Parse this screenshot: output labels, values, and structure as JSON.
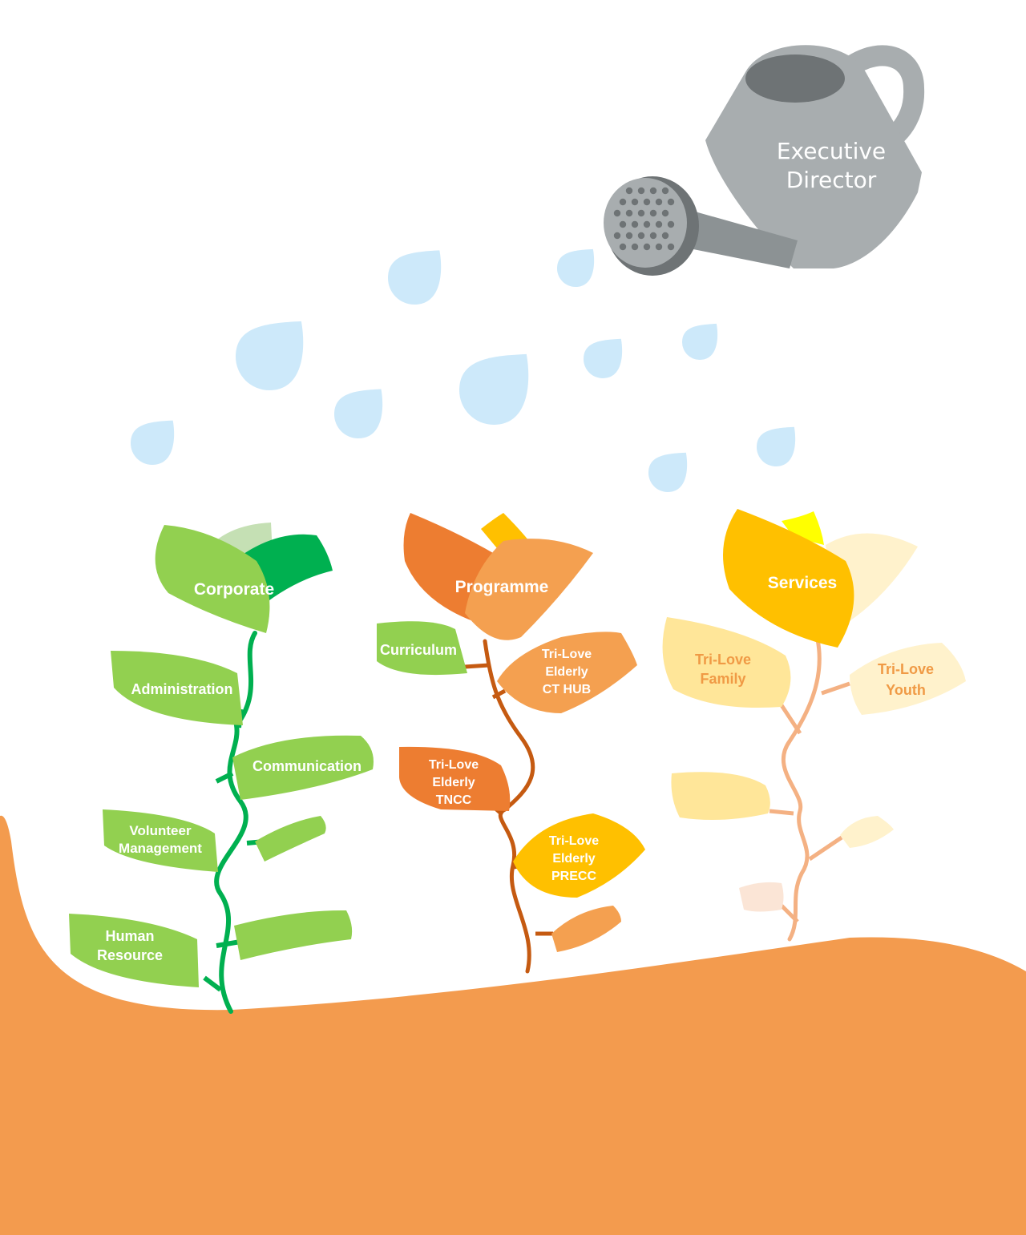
{
  "watering_can": {
    "line1": "Executive",
    "line2": "Director"
  },
  "plants": {
    "corporate": {
      "title": "Corporate",
      "color": "#92D050",
      "stem_color": "#00B050",
      "leaves": {
        "administration": "Administration",
        "communication": "Communication",
        "volunteer_1": "Volunteer",
        "volunteer_2": "Management",
        "hr_1": "Human",
        "hr_2": "Resource"
      }
    },
    "programme": {
      "title": "Programme",
      "color": "#F4A050",
      "stem_color": "#C55A11",
      "leaves": {
        "curriculum": "Curriculum",
        "cthub_1": "Tri-Love",
        "cthub_2": "Elderly",
        "cthub_3": "CT HUB",
        "tncc_1": "Tri-Love",
        "tncc_2": "Elderly",
        "tncc_3": "TNCC",
        "precc_1": "Tri-Love",
        "precc_2": "Elderly",
        "precc_3": "PRECC"
      }
    },
    "services": {
      "title": "Services",
      "color": "#FFC000",
      "stem_color": "#F4B183",
      "leaves": {
        "family_1": "Tri-Love",
        "family_2": "Family",
        "youth_1": "Tri-Love",
        "youth_2": "Youth"
      }
    }
  },
  "colors": {
    "soil": "#F39B4E",
    "water": "#CDE9FA",
    "can_body": "#A8ADAF",
    "label_white": "#FFFFFF",
    "label_orange": "#F09A45"
  }
}
